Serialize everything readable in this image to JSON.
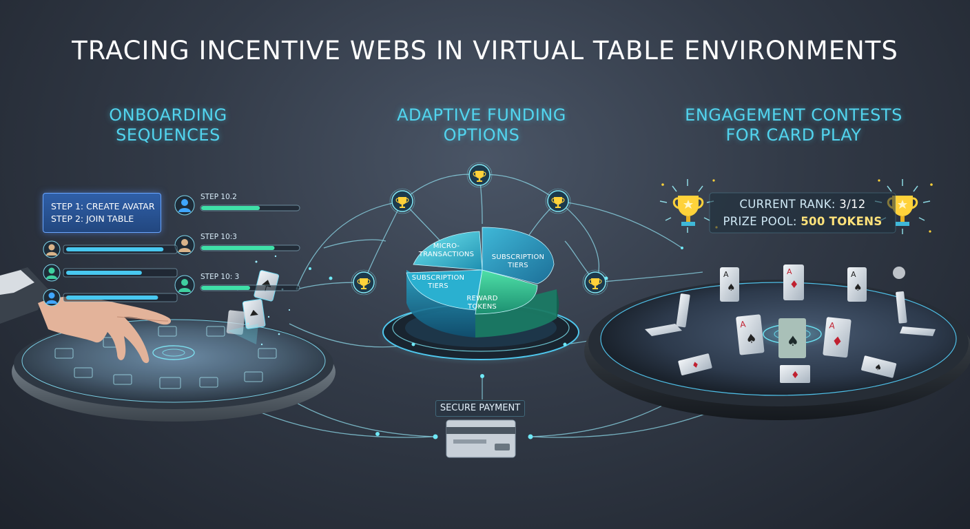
{
  "title": "TRACING INCENTIVE WEBS IN VIRTUAL TABLE ENVIRONMENTS",
  "sections": {
    "onboarding": {
      "title_line1": "ONBOARDING",
      "title_line2": "SEQUENCES",
      "step_card_line1": "STEP 1: CREATE AVATAR",
      "step_card_line2": "STEP 2: JOIN TABLE",
      "steps": [
        {
          "label": "STEP 10.2",
          "progress": 0.6
        },
        {
          "label": "STEP 10:3",
          "progress": 0.75
        },
        {
          "label": "STEP 10: 3",
          "progress": 0.5
        }
      ],
      "left_bars": [
        0.9,
        0.7,
        0.85
      ],
      "avatar_colors": [
        "#3fa6ff",
        "#d9b48a",
        "#3fd0a0"
      ]
    },
    "funding": {
      "title_line1": "ADAPTIVE FUNDING",
      "title_line2": "OPTIONS",
      "slices": [
        {
          "line1": "MICRO-",
          "line2": "TRANSACTIONS"
        },
        {
          "line1": "SUBSCRIPTION",
          "line2": "TIERS"
        },
        {
          "line1": "SUBSCRIPTION",
          "line2": "TIERS"
        },
        {
          "line1": "REWARD",
          "line2": "TOKENS"
        }
      ],
      "payment_label": "SECURE PAYMENT"
    },
    "contests": {
      "title_line1": "ENGAGEMENT CONTESTS",
      "title_line2": "FOR CARD PLAY",
      "rank_label": "CURRENT RANK:",
      "rank_value": "3/12",
      "prize_label": "PRIZE POOL:",
      "prize_value": "500 TOKENS"
    }
  },
  "colors": {
    "accent_cyan": "#52d4ee",
    "progress_cyan": "#48c8f0",
    "progress_green": "#3fe0a8",
    "gold": "#ffd23a"
  },
  "icons": [
    "trophy-icon",
    "user-icon",
    "credit-card-icon",
    "spade-icon",
    "diamond-icon",
    "hand-icon"
  ]
}
